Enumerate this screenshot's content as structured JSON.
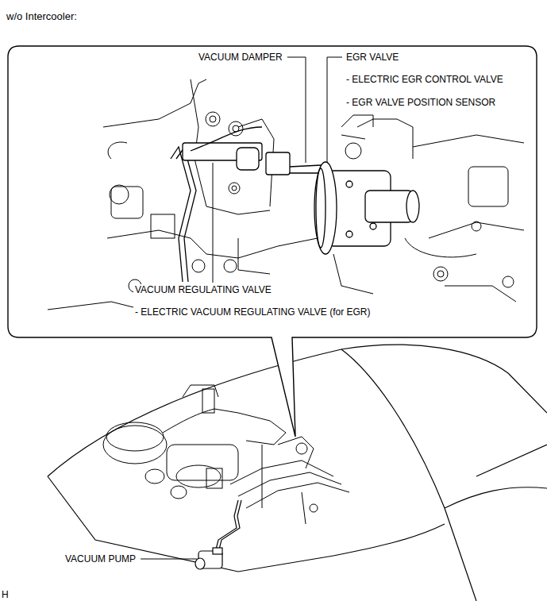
{
  "diagram": {
    "title": "w/o Intercooler:",
    "labels": [
      "VACUUM DAMPER",
      "EGR VALVE",
      "- ELECTRIC EGR CONTROL VALVE",
      "- EGR VALVE POSITION SENSOR",
      "VACUUM REGULATING VALVE",
      "- ELECTRIC VACUUM REGULATING VALVE (for EGR)",
      "VACUUM PUMP",
      "H"
    ]
  }
}
